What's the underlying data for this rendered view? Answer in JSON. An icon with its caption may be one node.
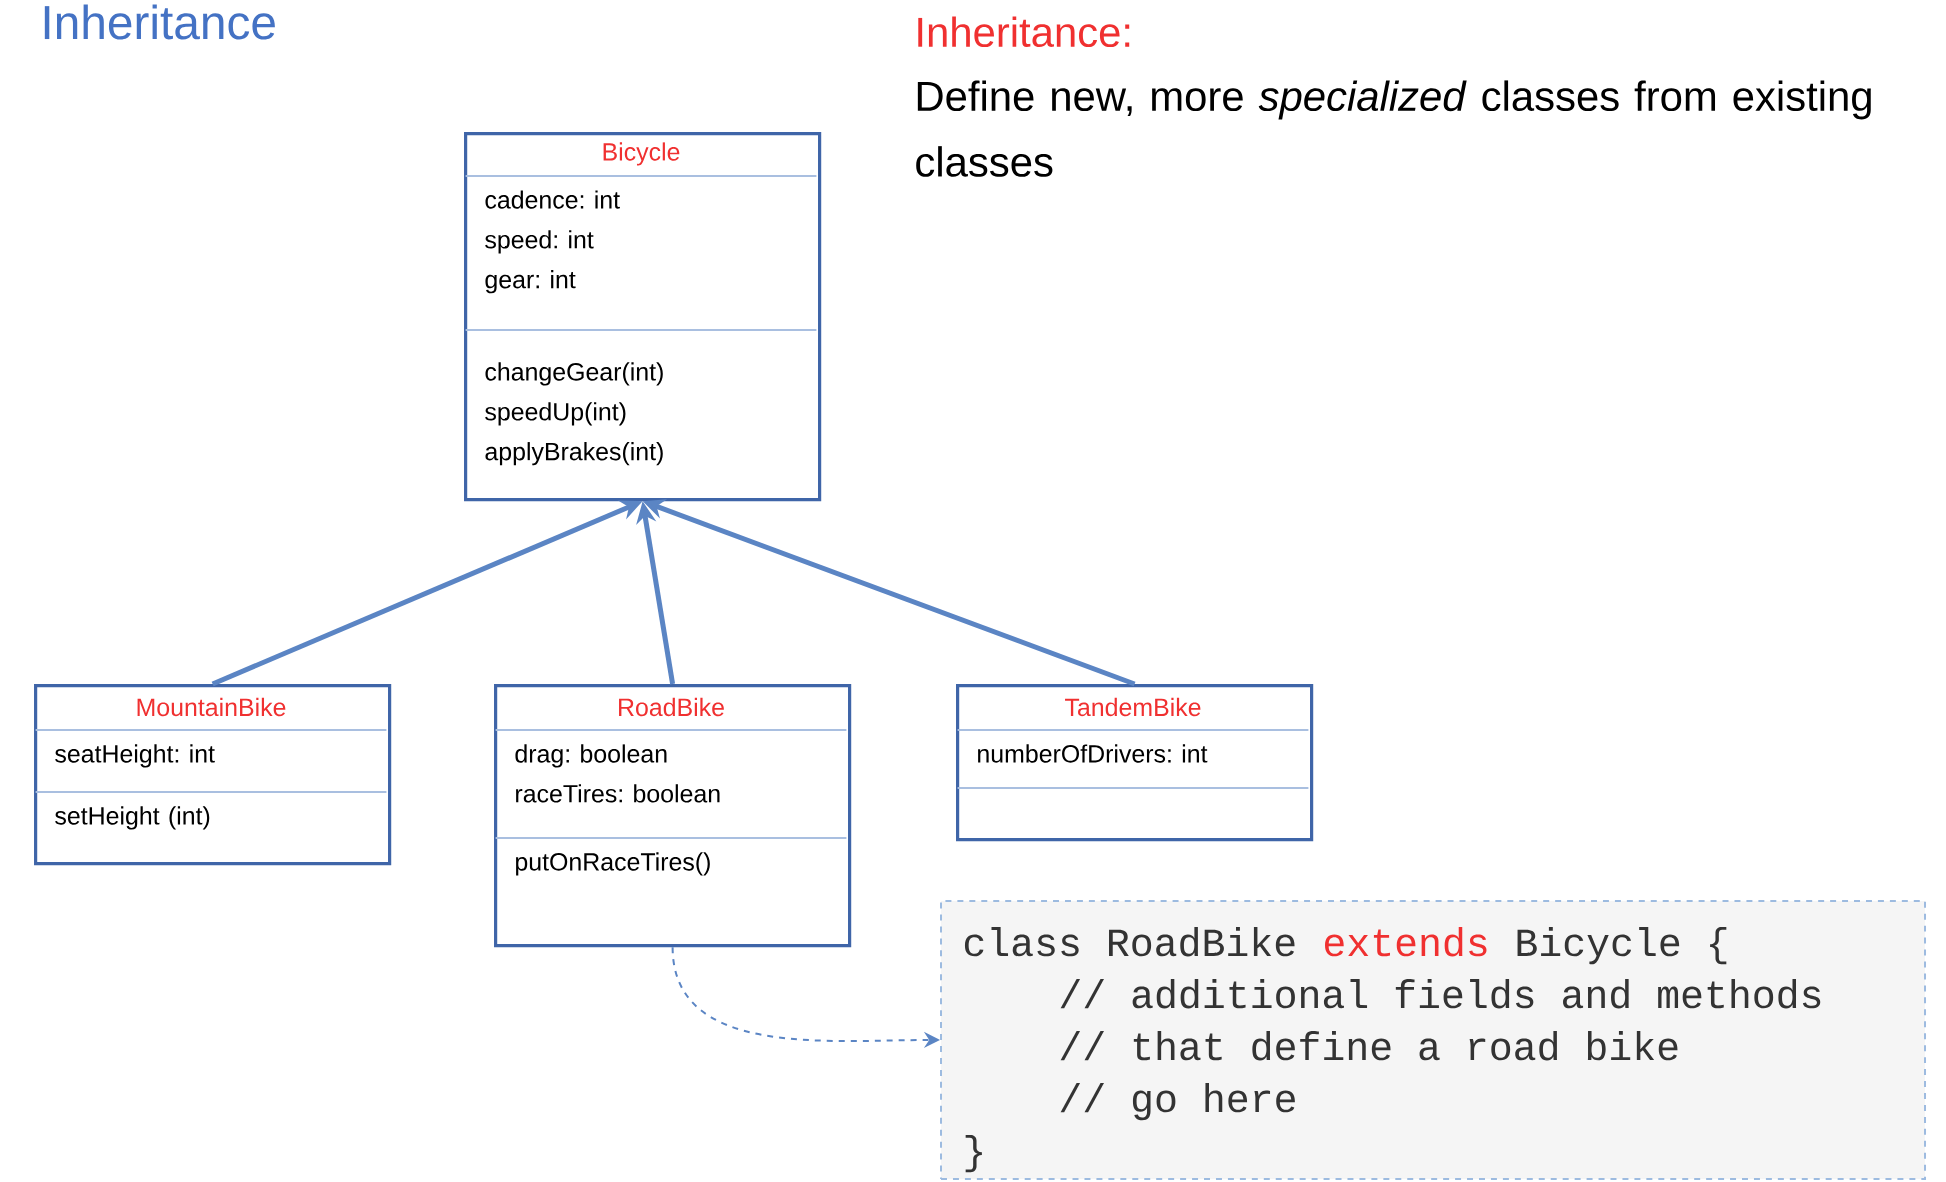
{
  "diagram": {
    "title": "Inheritance",
    "nodes": [
      {
        "text": [
          "Bicycle",
          "cadence: int speed: int gear: int",
          "changeGear(int) speedUp(int) applyBrakes(int)"
        ]
      },
      {
        "text": [
          "MountainBike",
          "seatHeight: int",
          "setHeight (int)"
        ]
      },
      {
        "text": [
          "RoadBike",
          "drag: boolean raceTires: boolean",
          "putOnRaceTires()"
        ]
      },
      {
        "text": [
          "TandemBike",
          "numberOfDrivers: int"
        ]
      },
      {
        "text": [
          "class RoadBike",
          "extends",
          "Bicycle {",
          "// additional fields and methods",
          "// that define a road bike",
          "// go here",
          "}"
        ]
      }
    ],
    "edges": [
      {
        "from": 1,
        "to": 0,
        "arrow": "to"
      },
      {
        "from": 2,
        "to": 0,
        "arrow": "to"
      },
      {
        "from": 3,
        "to": 0,
        "arrow": "to"
      },
      {
        "from": 2,
        "to": 4,
        "arrow": "to",
        "style": "dashed"
      }
    ],
    "labels": [
      "Inheritance:",
      "Define new, more *specialized* classes from existing classes"
    ]
  }
}
